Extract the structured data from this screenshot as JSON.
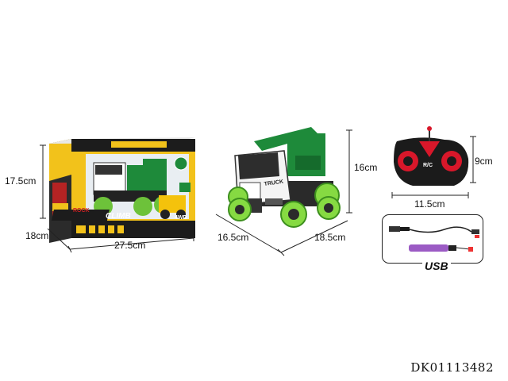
{
  "box": {
    "height_label": "17.5cm",
    "depth_label": "18cm",
    "width_label": "27.5cm",
    "brand_text": "CLIMB",
    "side_text": "ROCK",
    "four_wd_text": "4WD"
  },
  "truck": {
    "height_label": "16cm",
    "width_label": "16.5cm",
    "length_label": "18.5cm",
    "door_text": "TRUCK"
  },
  "remote": {
    "height_label": "9cm",
    "width_label": "11.5cm",
    "badge_text": "R/C"
  },
  "accessories": {
    "usb_label": "USB"
  },
  "sku": "DK01113482",
  "colors": {
    "truck_green": "#1e8a3a",
    "wheel_lime": "#7fd63c",
    "box_yellow": "#f2c21b",
    "remote_red": "#d8172a",
    "battery_purple": "#9b5bc4"
  }
}
